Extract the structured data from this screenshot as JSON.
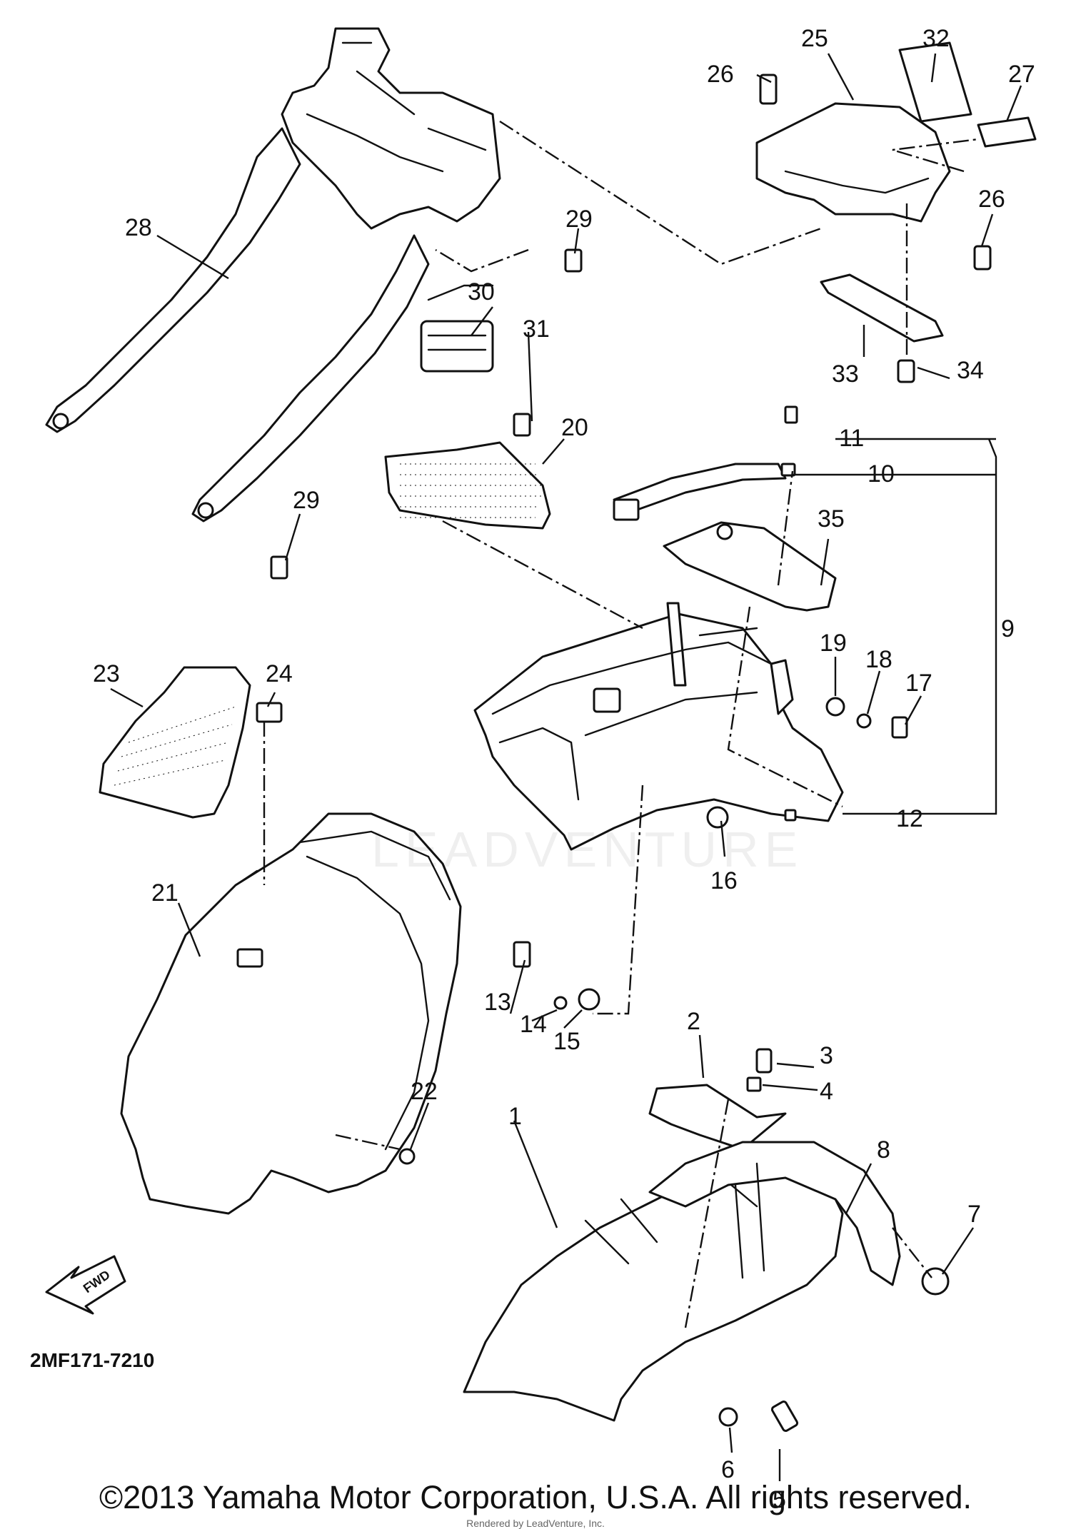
{
  "diagram": {
    "code": "2MF171-7210",
    "copyright": "©2013 Yamaha Motor Corporation, U.S.A. All rights reserved.",
    "render_note": "Rendered by LeadVenture, Inc.",
    "watermark": "LEADVENTURE",
    "fwd_label": "FWD",
    "callouts": [
      "1",
      "2",
      "3",
      "4",
      "5",
      "6",
      "7",
      "8",
      "9",
      "10",
      "11",
      "12",
      "13",
      "14",
      "15",
      "16",
      "17",
      "18",
      "19",
      "20",
      "21",
      "22",
      "23",
      "24",
      "25",
      "26",
      "26",
      "27",
      "28",
      "29",
      "29",
      "30",
      "31",
      "32",
      "33",
      "34",
      "35"
    ]
  }
}
